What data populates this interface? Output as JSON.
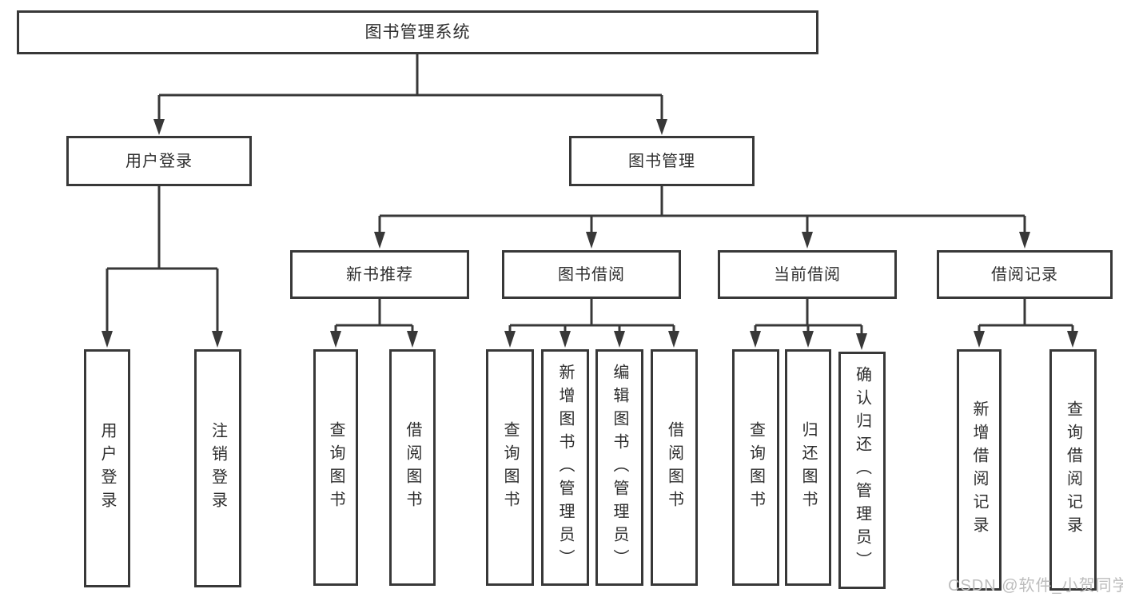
{
  "diagram": {
    "type": "hierarchy-chart",
    "nodes": {
      "library_system": "图书管理系统",
      "user_login": "用户登录",
      "book_management": "图书管理",
      "user_login_leaf": "用户登录",
      "logout_leaf": "注销登录",
      "new_book_recommend": "新书推荐",
      "book_borrowing": "图书借阅",
      "current_borrowing": "当前借阅",
      "borrow_records": "借阅记录",
      "nbr_query_books": "查询图书",
      "nbr_borrow_books": "借阅图书",
      "bb_query_books": "查询图书",
      "bb_add_book_admin": "新增图书（管理员）",
      "bb_edit_book_admin": "编辑图书（管理员）",
      "bb_borrow_books": "借阅图书",
      "cb_query_books": "查询图书",
      "cb_return_books": "归还图书",
      "cb_confirm_return_admin": "确认归还（管理员）",
      "br_add_record": "新增借阅记录",
      "br_query_record": "查询借阅记录"
    },
    "edges": [
      [
        "library_system",
        "user_login"
      ],
      [
        "library_system",
        "book_management"
      ],
      [
        "user_login",
        "user_login_leaf"
      ],
      [
        "user_login",
        "logout_leaf"
      ],
      [
        "book_management",
        "new_book_recommend"
      ],
      [
        "book_management",
        "book_borrowing"
      ],
      [
        "book_management",
        "current_borrowing"
      ],
      [
        "book_management",
        "borrow_records"
      ],
      [
        "new_book_recommend",
        "nbr_query_books"
      ],
      [
        "new_book_recommend",
        "nbr_borrow_books"
      ],
      [
        "book_borrowing",
        "bb_query_books"
      ],
      [
        "book_borrowing",
        "bb_add_book_admin"
      ],
      [
        "book_borrowing",
        "bb_edit_book_admin"
      ],
      [
        "book_borrowing",
        "bb_borrow_books"
      ],
      [
        "current_borrowing",
        "cb_query_books"
      ],
      [
        "current_borrowing",
        "cb_return_books"
      ],
      [
        "current_borrowing",
        "cb_confirm_return_admin"
      ],
      [
        "borrow_records",
        "br_add_record"
      ],
      [
        "borrow_records",
        "br_query_record"
      ]
    ],
    "colors": {
      "line": "#383838",
      "box_border": "#383838",
      "box_fill": "#ffffff",
      "text": "#2d2d2d",
      "background": "#ffffff",
      "watermark": "#bdbdbd"
    }
  },
  "watermark": {
    "text": "CSDN @软件_小贺同学"
  }
}
